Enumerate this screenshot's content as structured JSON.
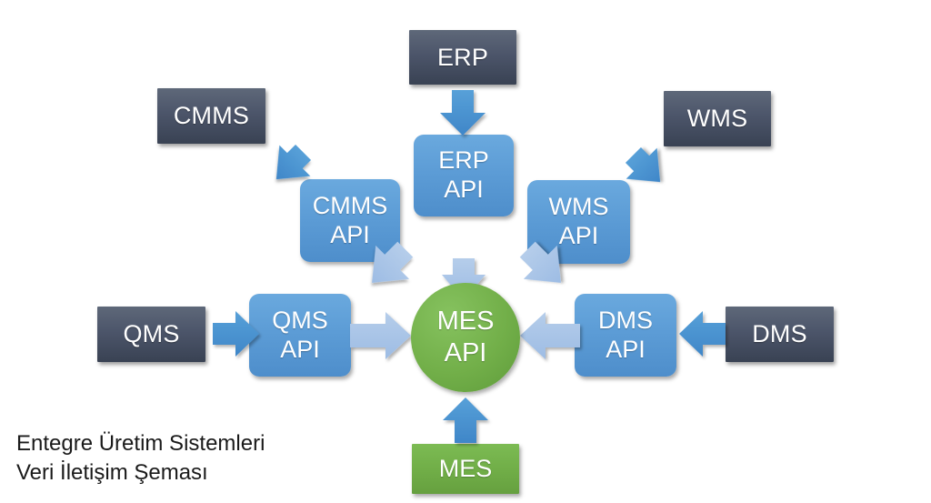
{
  "diagram": {
    "caption_line1": "Entegre Üretim Sistemleri",
    "caption_line2": "Veri İletişim Şeması",
    "hub": {
      "name": "MES API",
      "line1": "MES",
      "line2": "API",
      "color": "#70ad47"
    },
    "colors": {
      "source_box": "#434c5e",
      "api_box": "#5b9bd5",
      "green_box": "#70ad47",
      "arrow_solid": "#4a90d0",
      "arrow_light": "#a8c6e8",
      "background": "#ffffff",
      "text": "#ffffff",
      "caption_text": "#1a1a1a"
    },
    "source_boxes": [
      {
        "label": "ERP",
        "name": "erp-source-box"
      },
      {
        "label": "CMMS",
        "name": "cmms-source-box"
      },
      {
        "label": "WMS",
        "name": "wms-source-box"
      },
      {
        "label": "QMS",
        "name": "qms-source-box"
      },
      {
        "label": "DMS",
        "name": "dms-source-box"
      },
      {
        "label": "MES",
        "name": "mes-source-box"
      }
    ],
    "api_boxes": [
      {
        "line1": "ERP",
        "line2": "API",
        "name": "erp-api-box"
      },
      {
        "line1": "CMMS",
        "line2": "API",
        "name": "cmms-api-box"
      },
      {
        "line1": "WMS",
        "line2": "API",
        "name": "wms-api-box"
      },
      {
        "line1": "QMS",
        "line2": "API",
        "name": "qms-api-box"
      },
      {
        "line1": "DMS",
        "line2": "API",
        "name": "dms-api-box"
      }
    ],
    "connections": [
      {
        "from": "ERP",
        "to": "ERP API",
        "style": "solid-blue",
        "direction": "down"
      },
      {
        "from": "CMMS",
        "to": "CMMS API",
        "style": "solid-blue",
        "direction": "down-right"
      },
      {
        "from": "WMS",
        "to": "WMS API",
        "style": "solid-blue",
        "direction": "down-left"
      },
      {
        "from": "QMS",
        "to": "QMS API",
        "style": "solid-blue",
        "direction": "right"
      },
      {
        "from": "DMS",
        "to": "DMS API",
        "style": "solid-blue",
        "direction": "left"
      },
      {
        "from": "MES",
        "to": "MES API",
        "style": "solid-blue",
        "direction": "up"
      },
      {
        "from": "ERP API",
        "to": "MES API",
        "style": "light-blue",
        "direction": "down"
      },
      {
        "from": "CMMS API",
        "to": "MES API",
        "style": "light-blue",
        "direction": "down-right"
      },
      {
        "from": "WMS API",
        "to": "MES API",
        "style": "light-blue",
        "direction": "down-left"
      },
      {
        "from": "QMS API",
        "to": "MES API",
        "style": "light-blue",
        "direction": "right"
      },
      {
        "from": "DMS API",
        "to": "MES API",
        "style": "light-blue",
        "direction": "left"
      }
    ]
  }
}
